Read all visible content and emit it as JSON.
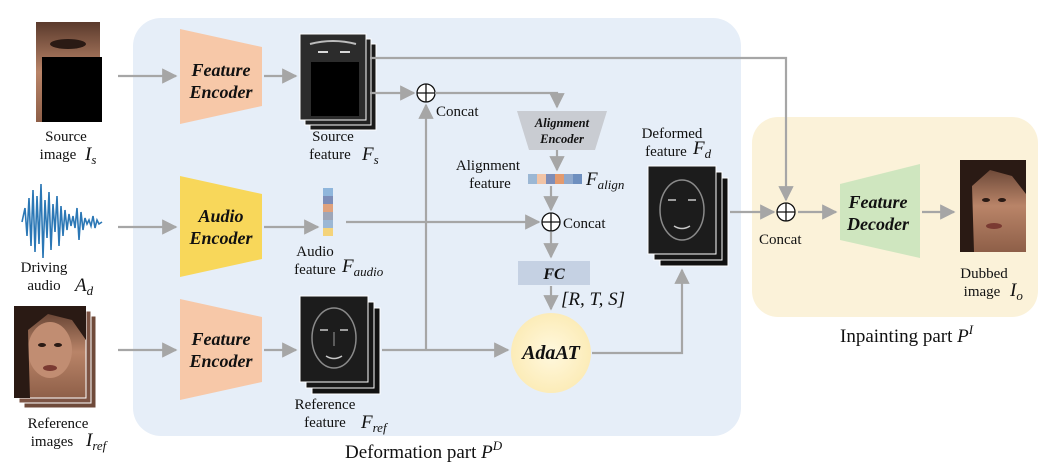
{
  "parts": {
    "deformation": {
      "label": "Deformation part",
      "symbol": "P",
      "sup": "D"
    },
    "inpainting": {
      "label": "Inpainting part",
      "symbol": "P",
      "sup": "I"
    }
  },
  "inputs": {
    "source": {
      "line1": "Source",
      "line2": "image",
      "symbol": "I",
      "sub": "s"
    },
    "audio": {
      "line1": "Driving",
      "line2": "audio",
      "symbol": "A",
      "sub": "d"
    },
    "reference": {
      "line1": "Reference",
      "line2": "images",
      "symbol": "I",
      "sub": "ref"
    }
  },
  "blocks": {
    "feature_encoder_top": {
      "line1": "Feature",
      "line2": "Encoder"
    },
    "audio_encoder": {
      "line1": "Audio",
      "line2": "Encoder"
    },
    "feature_encoder_bottom": {
      "line1": "Feature",
      "line2": "Encoder"
    },
    "alignment_encoder": {
      "line1": "Alignment",
      "line2": "Encoder"
    },
    "fc": {
      "label": "FC"
    },
    "adaat": {
      "label": "AdaAT"
    },
    "feature_decoder": {
      "line1": "Feature",
      "line2": "Decoder"
    }
  },
  "features": {
    "source": {
      "line1": "Source",
      "line2": "feature",
      "symbol": "F",
      "sub": "s"
    },
    "audio": {
      "line1": "Audio",
      "line2": "feature",
      "symbol": "F",
      "sub": "audio"
    },
    "reference": {
      "line1": "Reference",
      "line2": "feature",
      "symbol": "F",
      "sub": "ref"
    },
    "alignment": {
      "line1": "Alignment",
      "line2": "feature",
      "symbol": "F",
      "sub": "align"
    },
    "deformed": {
      "line1": "Deformed",
      "line2": "feature",
      "symbol": "F",
      "sub": "d"
    }
  },
  "concat": {
    "c1": "Concat",
    "c2": "Concat",
    "c3": "Concat"
  },
  "params": "[R, T, S]",
  "output": {
    "line1": "Dubbed",
    "line2": "image",
    "symbol": "I",
    "sub": "o"
  },
  "colors": {
    "deformation_bg": "#e6eef8",
    "inpainting_bg": "#fbf2d9",
    "feature_encoder": "#f7c8a8",
    "audio_encoder": "#f8d75a",
    "alignment_encoder": "#c9ccd2",
    "fc": "#c5d1e3",
    "adaat": "#fdf0c4",
    "feature_decoder": "#cfe6bf",
    "waveform": "#2b77b5",
    "arrow": "#a6a6a6"
  }
}
